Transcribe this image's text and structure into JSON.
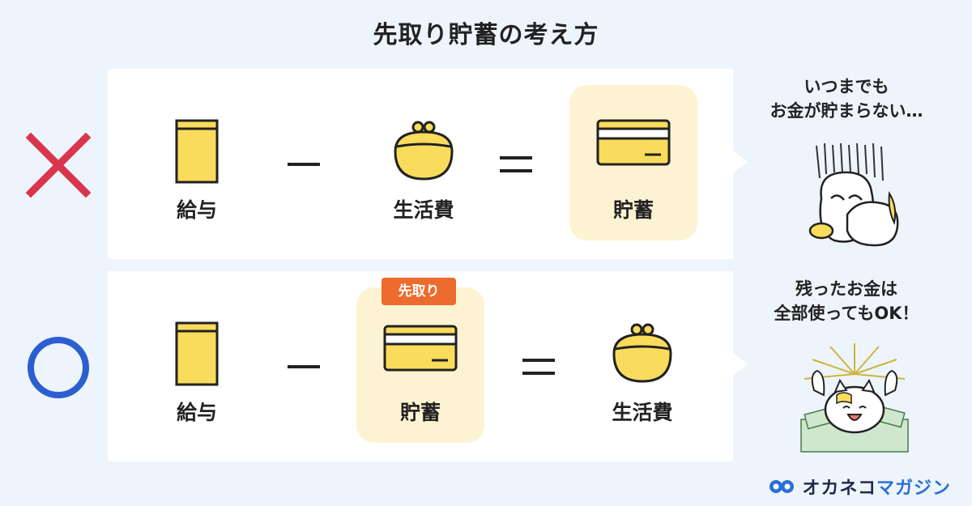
{
  "title": "先取り貯蓄の考え方",
  "rows": [
    {
      "mark": "cross-icon",
      "items": [
        "給与",
        "生活費",
        "貯蓄"
      ],
      "highlight": "貯蓄",
      "speech": [
        "いつまでも",
        "お金が貯まらない…"
      ]
    },
    {
      "mark": "circle-icon",
      "badge": "先取り",
      "items": [
        "給与",
        "貯蓄",
        "生活費"
      ],
      "highlight": "貯蓄",
      "speech": [
        "残ったお金は",
        "全部使ってもOK！"
      ]
    }
  ],
  "brand": {
    "name_part1": "オカネコ",
    "name_part2": "マガジン"
  },
  "colors": {
    "background": "#eef4fb",
    "cross": "#d9364b",
    "circle": "#2b5fd1",
    "yellow": "#f9dc5c",
    "highlight": "#fdf3d2",
    "badge": "#ec6b2d"
  }
}
